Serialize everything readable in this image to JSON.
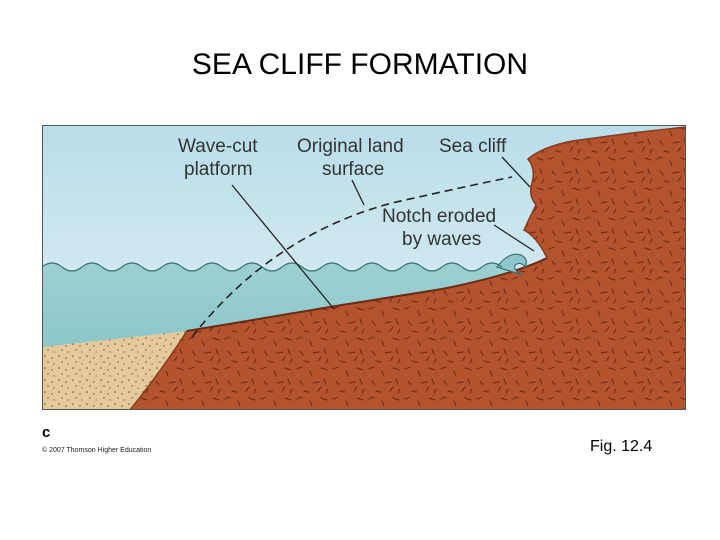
{
  "slide": {
    "title": "SEA CLIFF FORMATION",
    "figure_label": "Fig. 12.4"
  },
  "diagram": {
    "panel_letter": "c",
    "copyright": "© 2007 Thomson Higher Education",
    "labels": {
      "wave_cut_line1": "Wave-cut",
      "wave_cut_line2": "platform",
      "original_line1": "Original land",
      "original_line2": "surface",
      "sea_cliff": "Sea cliff",
      "notch_line1": "Notch eroded",
      "notch_line2": "by waves"
    },
    "colors": {
      "sky": "#cfe6ef",
      "water": "#8ec8cc",
      "cliff": "#b3542e",
      "cliff_outline": "#8a3a1e",
      "sand": "#e4c99a",
      "frame": "#555555"
    }
  }
}
